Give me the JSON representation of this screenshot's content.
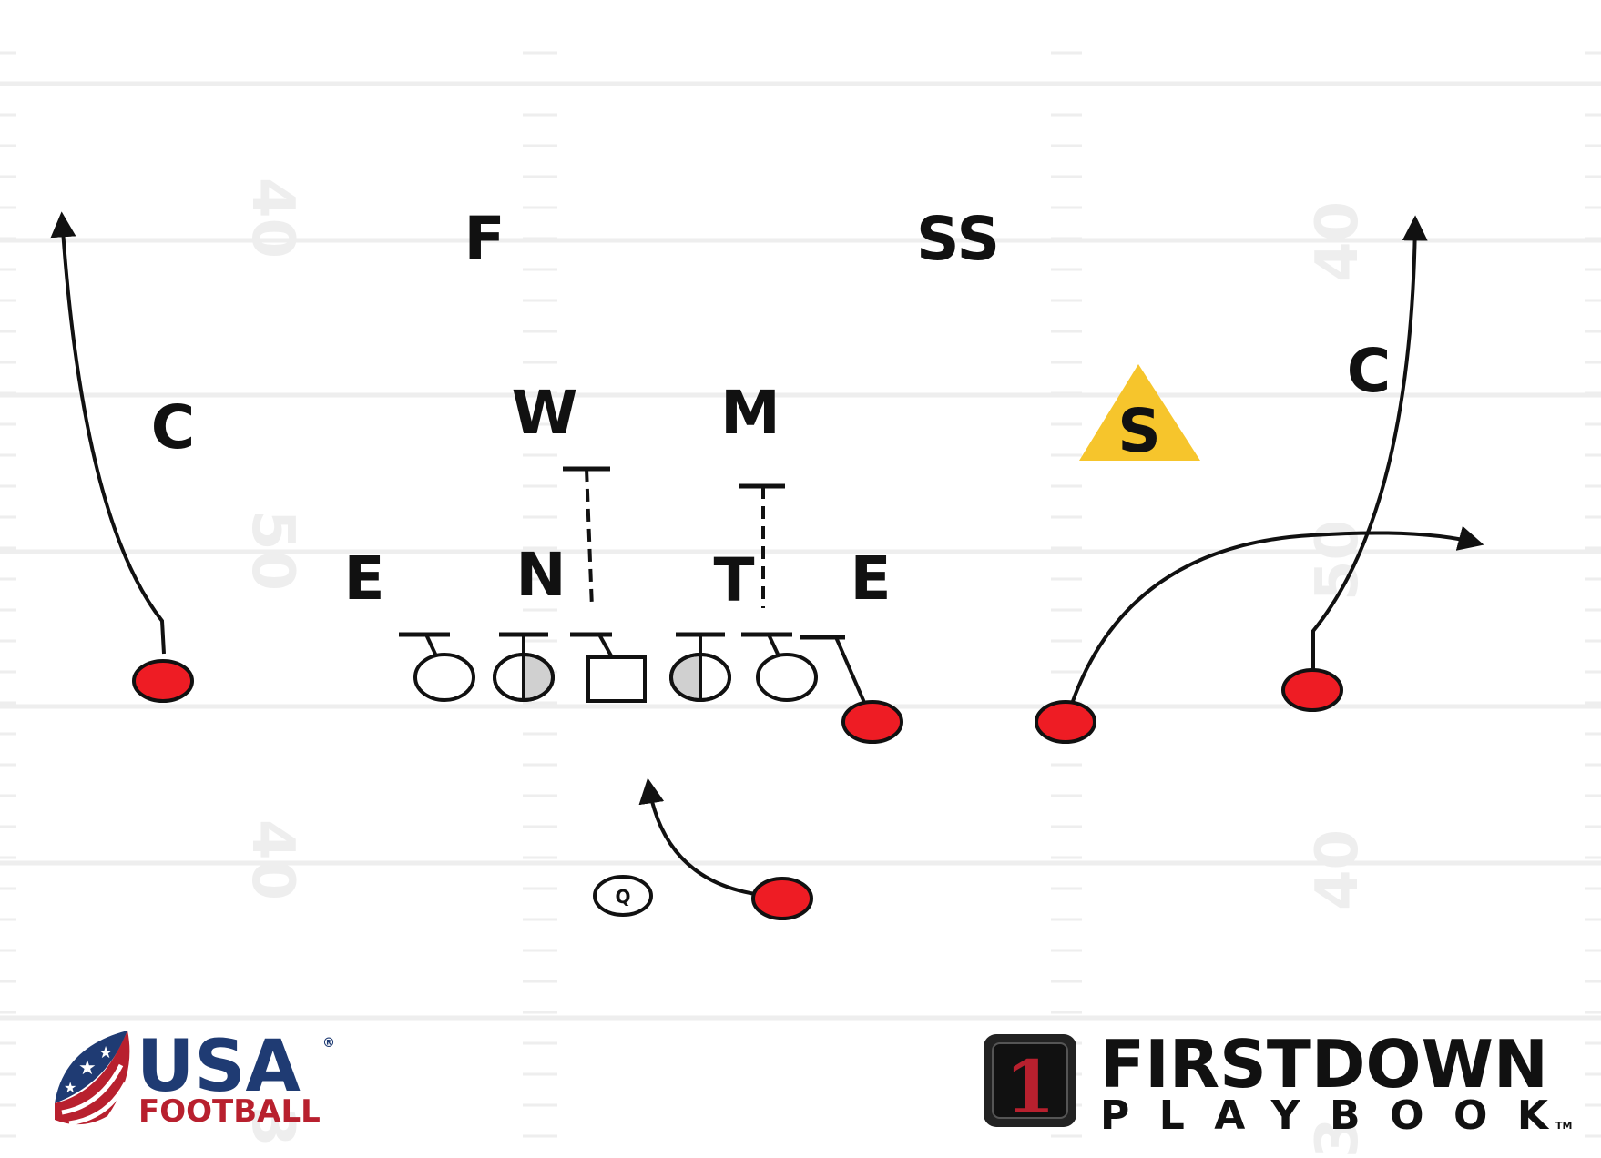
{
  "field": {
    "yard_numbers": [
      "40",
      "50",
      "40",
      "3"
    ]
  },
  "defense": {
    "labels": [
      {
        "id": "free-safety",
        "text": "F"
      },
      {
        "id": "strong-safety",
        "text": "SS"
      },
      {
        "id": "left-corner",
        "text": "C"
      },
      {
        "id": "right-corner",
        "text": "C"
      },
      {
        "id": "will-linebacker",
        "text": "W"
      },
      {
        "id": "mike-linebacker",
        "text": "M"
      },
      {
        "id": "left-end",
        "text": "E"
      },
      {
        "id": "nose",
        "text": "N"
      },
      {
        "id": "tackle",
        "text": "T"
      },
      {
        "id": "right-end",
        "text": "E"
      },
      {
        "id": "sam-linebacker",
        "text": "S"
      }
    ]
  },
  "offense": {
    "quarterback_label": "Q"
  },
  "logos": {
    "usa": "USA",
    "usa_reg": "®",
    "usa_sub": "FOOTBALL",
    "firstdown_number": "1",
    "firstdown": "FIRSTDOWN",
    "playbook": "PLAYBOOK",
    "playbook_tm": "TM"
  },
  "colors": {
    "player_red": "#ee1c24",
    "highlight_yellow": "#f6c52c",
    "field_line": "#eeeeee"
  }
}
